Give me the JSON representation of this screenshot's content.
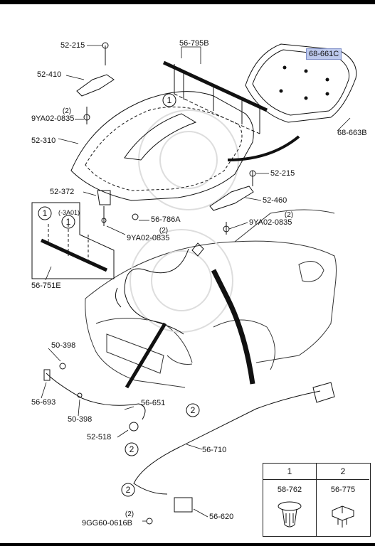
{
  "parts": {
    "p1": "52-215",
    "p2": "52-410",
    "p3_num": "(2)",
    "p3": "9YA02-0835",
    "p4": "52-310",
    "p5": "56-795B",
    "p6": "68-661C",
    "p7": "68-663B",
    "p8": "52-215",
    "p9": "52-460",
    "p10_num": "(2)",
    "p10": "9YA02-0835",
    "p11": "52-372",
    "p12": "56-786A",
    "p13_num": "(2)",
    "p13": "9YA02-0835",
    "p14_sub": "(-3A01)",
    "p14": "56-751E",
    "p15": "50-398",
    "p16": "56-693",
    "p17": "50-398",
    "p18": "56-651",
    "p19": "52-518",
    "p20": "56-710",
    "p21": "56-620",
    "p22_num": "(2)",
    "p22": "9GG60-0616B"
  },
  "callouts": {
    "one": "1",
    "two": "2"
  },
  "legend": {
    "h1": "1",
    "h2": "2",
    "pn1": "58-762",
    "pn2": "56-775"
  }
}
